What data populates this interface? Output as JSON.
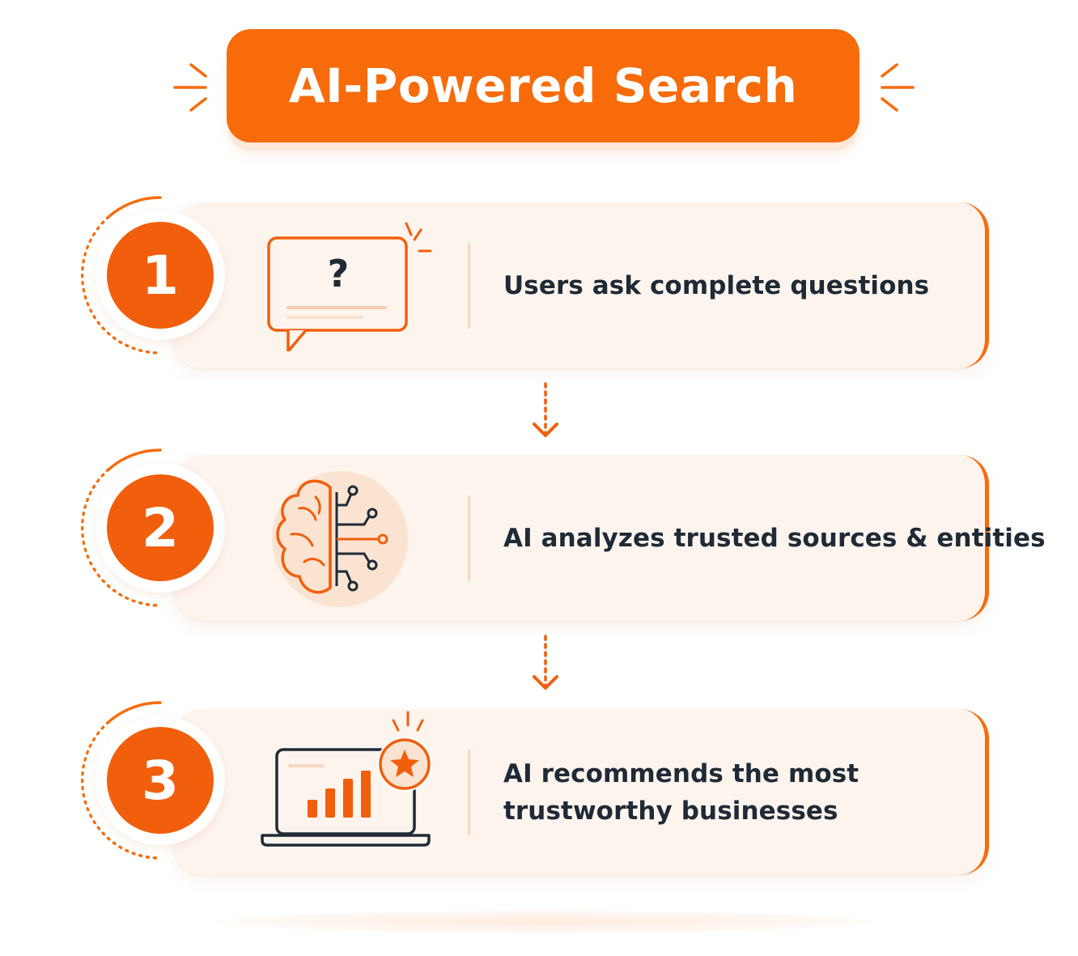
{
  "title": "AI-Powered Search",
  "colors": {
    "accent": "#f76b0b",
    "card": "#fdf4ee",
    "text": "#1f2a36"
  },
  "steps": [
    {
      "number": "1",
      "icon": "chat-question-icon",
      "lines": [
        "Users ask complete questions"
      ]
    },
    {
      "number": "2",
      "icon": "ai-brain-circuit-icon",
      "lines": [
        "AI analyzes trusted sources & entities"
      ]
    },
    {
      "number": "3",
      "icon": "laptop-chart-star-icon",
      "lines": [
        "AI recommends the most",
        "trustworthy businesses"
      ]
    }
  ],
  "connectors": [
    "down-arrow-icon",
    "down-arrow-icon"
  ]
}
